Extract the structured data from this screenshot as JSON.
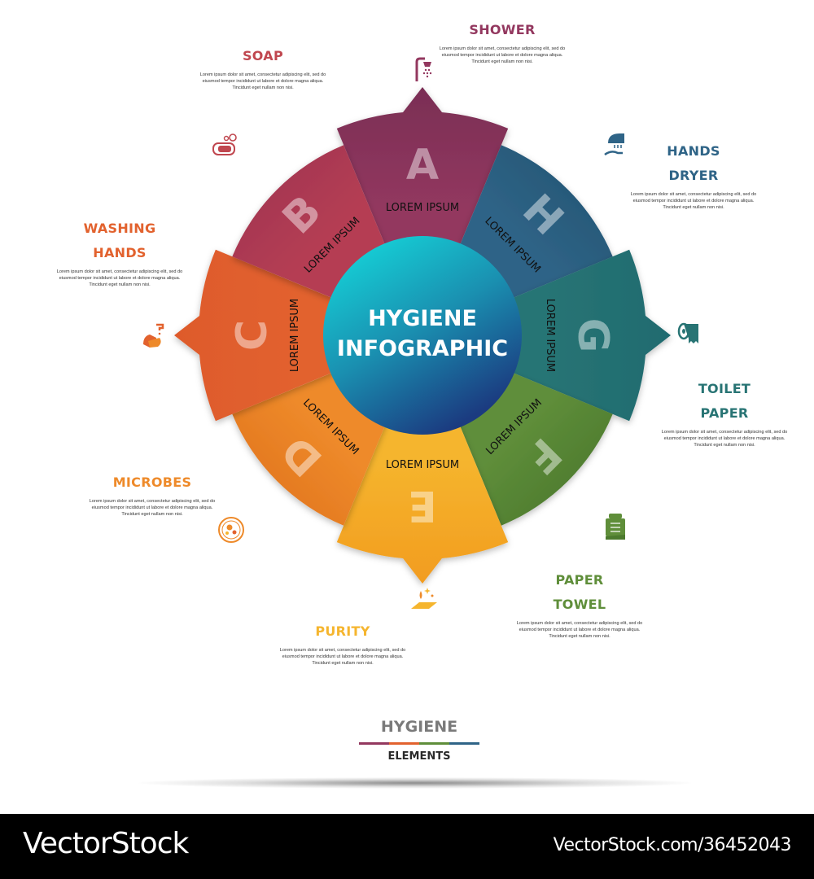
{
  "center": {
    "line1": "HYGIENE",
    "line2": "INFOGRAPHIC"
  },
  "segments": [
    {
      "letter": "A",
      "label": "LOREM IPSUM",
      "color": "#93385f",
      "color2": "#7a2e55"
    },
    {
      "letter": "H",
      "label": "LOREM IPSUM",
      "color": "#2f6487",
      "color2": "#255675"
    },
    {
      "letter": "G",
      "label": "LOREM IPSUM",
      "color": "#287474",
      "color2": "#1f6b70"
    },
    {
      "letter": "F",
      "label": "LOREM IPSUM",
      "color": "#5f8e3a",
      "color2": "#4c7a2e"
    },
    {
      "letter": "E",
      "label": "LOREM IPSUM",
      "color": "#f5b52e",
      "color2": "#f29c1f"
    },
    {
      "letter": "D",
      "label": "LOREM IPSUM",
      "color": "#ee8a2a",
      "color2": "#e2761f"
    },
    {
      "letter": "C",
      "label": "LOREM IPSUM",
      "color": "#e2622e",
      "color2": "#de5a2c"
    },
    {
      "letter": "B",
      "label": "LOREM IPSUM",
      "color": "#b53e53",
      "color2": "#a33551"
    }
  ],
  "callouts": {
    "shower": {
      "title": [
        "SHOWER"
      ],
      "color": "#93385f",
      "icon": "shower-icon",
      "body": [
        "Lorem ipsum dolor sit amet, consectetur adipiscing elit, sed do",
        "eiusmod tempor incididunt ut labore et dolore magna aliqua.",
        "Tincidunt eget nullam non nisi."
      ]
    },
    "soap": {
      "title": [
        "SOAP"
      ],
      "color": "#c0474f",
      "icon": "soap-icon",
      "body": [
        "Lorem ipsum dolor sit amet, consectetur adipiscing elit, sed do",
        "eiusmod tempor incididunt ut labore et dolore magna aliqua.",
        "Tincidunt eget nullam non nisi."
      ]
    },
    "hands_dryer": {
      "title": [
        "HANDS",
        "DRYER"
      ],
      "color": "#2f6487",
      "icon": "hand-dryer-icon",
      "body": [
        "Lorem ipsum dolor sit amet, consectetur adipiscing elit, sed do",
        "eiusmod tempor incididunt ut labore et dolore magna aliqua.",
        "Tincidunt eget nullam non nisi."
      ]
    },
    "washing_hands": {
      "title": [
        "WASHING",
        "HANDS"
      ],
      "color": "#e2622e",
      "icon": "washing-hands-icon",
      "body": [
        "Lorem ipsum dolor sit amet, consectetur adipiscing elit, sed do",
        "eiusmod tempor incididunt ut labore et dolore magna aliqua.",
        "Tincidunt eget nullam non nisi."
      ]
    },
    "toilet_paper": {
      "title": [
        "TOILET",
        "PAPER"
      ],
      "color": "#287474",
      "icon": "toilet-paper-icon",
      "body": [
        "Lorem ipsum dolor sit amet, consectetur adipiscing elit, sed do",
        "eiusmod tempor incididunt ut labore et dolore magna aliqua.",
        "Tincidunt eget nullam non nisi."
      ]
    },
    "microbes": {
      "title": [
        "MICROBES"
      ],
      "color": "#ee8a2a",
      "icon": "microbes-icon",
      "body": [
        "Lorem ipsum dolor sit amet, consectetur adipiscing elit, sed do",
        "eiusmod tempor incididunt ut labore et dolore magna aliqua.",
        "Tincidunt eget nullam non nisi."
      ]
    },
    "paper_towel": {
      "title": [
        "PAPER",
        "TOWEL"
      ],
      "color": "#5f8e3a",
      "icon": "paper-towel-icon",
      "body": [
        "Lorem ipsum dolor sit amet, consectetur adipiscing elit, sed do",
        "eiusmod tempor incididunt ut labore et dolore magna aliqua.",
        "Tincidunt eget nullam non nisi."
      ]
    },
    "purity": {
      "title": [
        "PURITY"
      ],
      "color": "#f5b52e",
      "icon": "purity-icon",
      "body": [
        "Lorem ipsum dolor sit amet, consectetur adipiscing elit, sed do",
        "eiusmod tempor incididunt ut labore et dolore magna aliqua.",
        "Tincidunt eget nullam non nisi."
      ]
    }
  },
  "footer": {
    "title": "HYGIENE",
    "subtitle": "ELEMENTS",
    "bar_colors": [
      "#93385f",
      "#e2622e",
      "#5f8e3a",
      "#2f6487"
    ]
  },
  "watermark": {
    "brand": "VectorStock",
    "reference": "VectorStock.com/36452043"
  }
}
